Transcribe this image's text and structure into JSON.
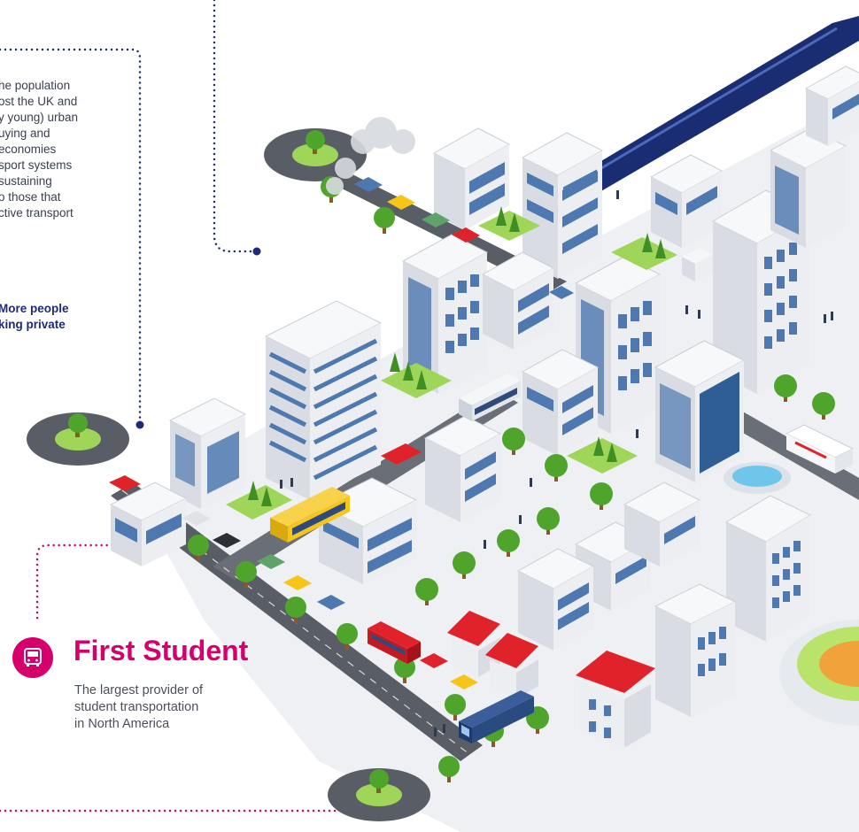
{
  "intro_text": {
    "lines": [
      "he population",
      "ost the UK and",
      "y young) urban",
      "uying and",
      "economies",
      "sport systems",
      "sustaining",
      "o those that",
      "ctive transport"
    ]
  },
  "highlight_text": {
    "lines": [
      "More people",
      "king private"
    ]
  },
  "callout": {
    "icon": "bus-icon",
    "title": "First Student",
    "description_lines": [
      "The largest provider of",
      "student transportation",
      "in North America"
    ]
  },
  "colors": {
    "accent": "#d6006d",
    "navy": "#1f2a7a",
    "body_text": "#3a3f4c",
    "road": "#5b5f66",
    "grass": "#9fd65a",
    "tree": "#4fa52b",
    "building": "#f1f3f6",
    "window": "#4e79b0",
    "roof_red": "#e0232b",
    "school_bus": "#f5c518"
  }
}
